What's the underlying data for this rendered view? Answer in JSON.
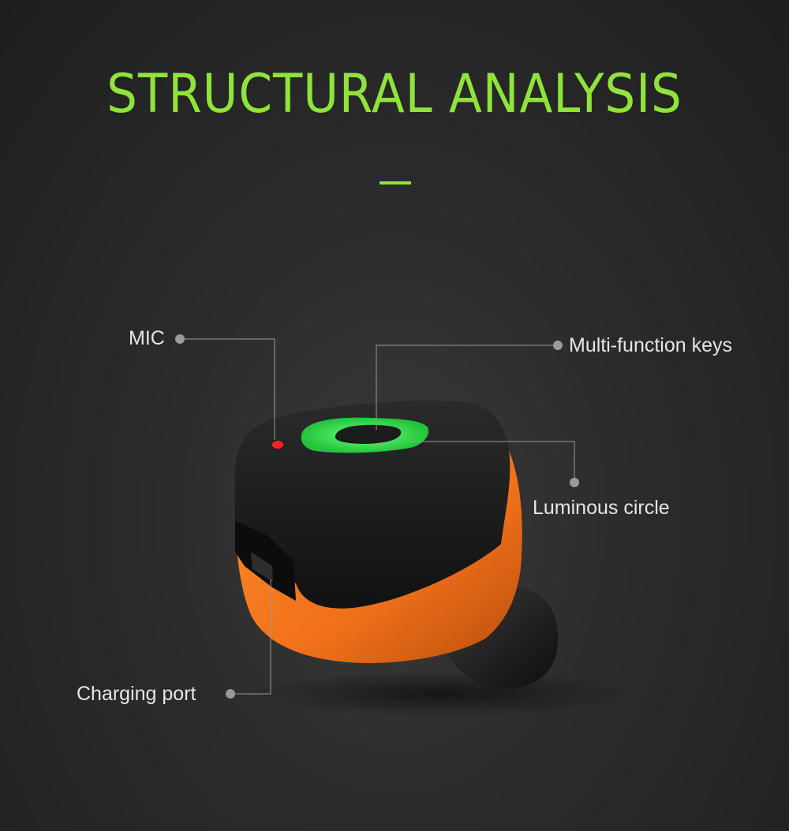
{
  "header": {
    "title": "STRUCTURAL ANALYSIS"
  },
  "callouts": {
    "mic": "MIC",
    "multi_function_keys": "Multi-function keys",
    "luminous_circle": "Luminous circle",
    "charging_port": "Charging port"
  },
  "colors": {
    "accent_green": "#8fe33a",
    "earbud_orange": "#f47a1f",
    "earbud_black": "#1a1a1a",
    "mic_red": "#ff2222",
    "leader_line": "#9a9a9a"
  }
}
